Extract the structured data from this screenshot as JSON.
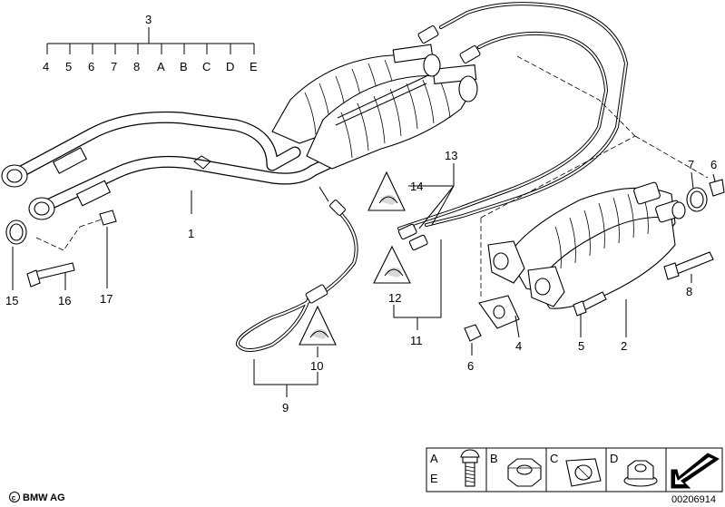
{
  "diagram_id": "00206914",
  "copyright": "BMW AG",
  "callouts": {
    "c1": "1",
    "c2": "2",
    "c3": "3",
    "c4": "4",
    "c5": "5",
    "c6": "6",
    "c7": "7",
    "c8": "8",
    "c9": "9",
    "c10": "10",
    "c11": "11",
    "c12": "12",
    "c13": "13",
    "c14": "14",
    "c15": "15",
    "c16": "16",
    "c17": "17",
    "c6b": "6",
    "c7b": "7",
    "c4b": "4",
    "c5b": "5",
    "c8b": "8"
  },
  "kit_items": [
    "4",
    "5",
    "6",
    "7",
    "8",
    "A",
    "B",
    "C",
    "D",
    "E"
  ],
  "legend": {
    "a": "A",
    "e": "E",
    "b": "B",
    "c": "C",
    "d": "D"
  }
}
